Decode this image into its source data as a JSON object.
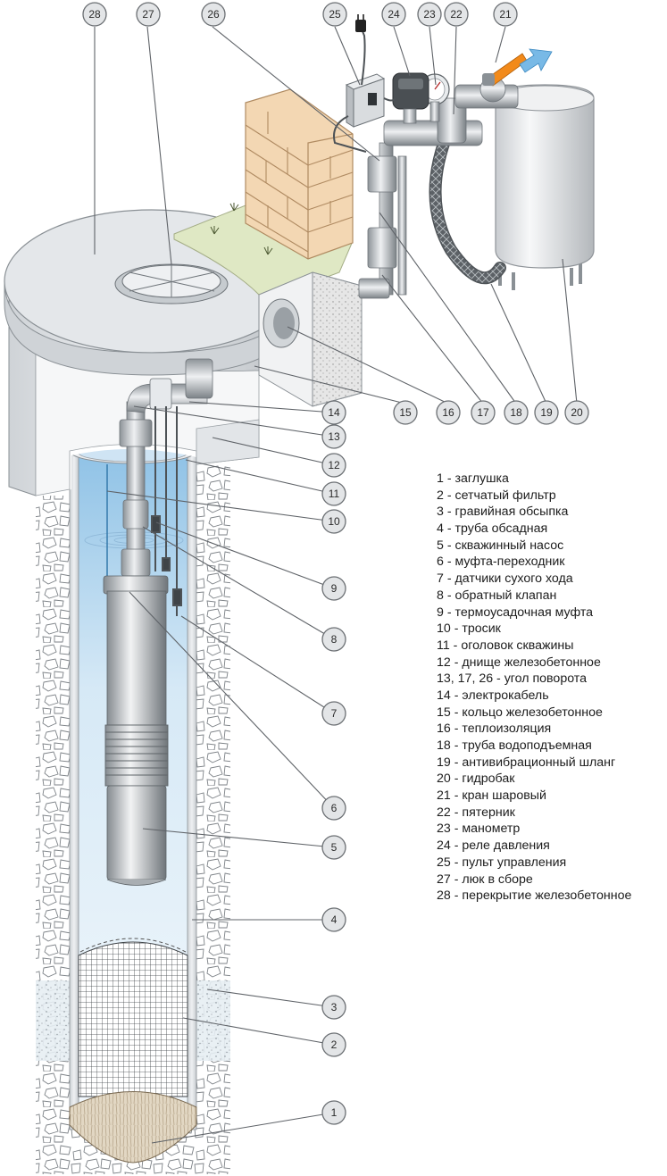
{
  "legend": [
    "1 - заглушка",
    "2 - сетчатый фильтр",
    "3 - гравийная обсыпка",
    "4 - труба обсадная",
    "5 - скважинный насос",
    "6 - муфта-переходник",
    "7 - датчики сухого хода",
    "8 - обратный клапан",
    "9 - термоусадочная муфта",
    "10 - тросик",
    "11 - оголовок скважины",
    "12 - днище железобетонное",
    "13, 17, 26 - угол поворота",
    "14 - электрокабель",
    "15 - кольцо железобетонное",
    "16 - теплоизоляция",
    "18 - труба водоподъемная",
    "19 - антивибрационный шланг",
    "20 - гидробак",
    "21 - кран шаровый",
    "22 - пятерник",
    "23 - манометр",
    "24 - реле давления",
    "25 - пульт управления",
    "27 - люк в сборе",
    "28 - перекрытие железобетонное"
  ],
  "callouts": {
    "c1": "1",
    "c2": "2",
    "c3": "3",
    "c4": "4",
    "c5": "5",
    "c6": "6",
    "c7": "7",
    "c8": "8",
    "c9": "9",
    "c10": "10",
    "c11": "11",
    "c12": "12",
    "c13": "13",
    "c14": "14",
    "c15": "15",
    "c16": "16",
    "c17": "17",
    "c18": "18",
    "c19": "19",
    "c20": "20",
    "c21": "21",
    "c22": "22",
    "c23": "23",
    "c24": "24",
    "c25": "25",
    "c26": "26",
    "c27": "27",
    "c28": "28"
  },
  "colors": {
    "concrete": "#dde0e3",
    "gravel": "#ffffff",
    "water": "#d4e8f6",
    "brick": "#f3d7b3",
    "grass": "#dfe8c4",
    "insulation": "#e4e4e4",
    "flow_arrow": "#78b9e6",
    "valve_handle": "#f28a1a"
  }
}
